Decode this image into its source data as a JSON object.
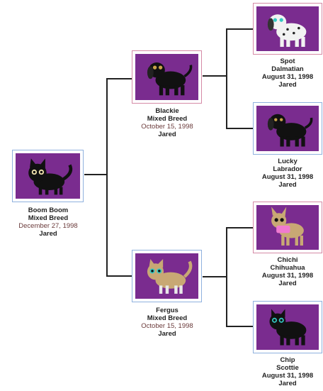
{
  "colors": {
    "photo_background": "#7a2c8f",
    "frame_pink": "#d58aa6",
    "frame_blue": "#8fb1de",
    "connector": "#222222"
  },
  "pets": {
    "root": {
      "name": "Boom Boom",
      "breed": "Mixed Breed",
      "date": "December 27, 1998",
      "owner": "Jared",
      "icon": "black-kitten-icon"
    },
    "sire": {
      "name": "Blackie",
      "breed": "Mixed Breed",
      "date": "October 15, 1998",
      "owner": "Jared",
      "icon": "black-puppy-icon"
    },
    "dam": {
      "name": "Fergus",
      "breed": "Mixed Breed",
      "date": "October 15, 1998",
      "owner": "Jared",
      "icon": "tan-kitten-icon"
    },
    "gsire1": {
      "name": "Spot",
      "breed": "Dalmatian",
      "date": "August 31, 1998",
      "owner": "Jared",
      "icon": "dalmatian-puppy-icon"
    },
    "gdam1": {
      "name": "Lucky",
      "breed": "Labrador",
      "date": "August 31, 1998",
      "owner": "Jared",
      "icon": "black-labrador-puppy-icon"
    },
    "gsire2": {
      "name": "Chichi",
      "breed": "Chihuahua",
      "date": "August 31, 1998",
      "owner": "Jared",
      "icon": "chihuahua-puppy-icon"
    },
    "gdam2": {
      "name": "Chip",
      "breed": "Scottie",
      "date": "August 31, 1998",
      "owner": "Jared",
      "icon": "scottie-puppy-icon"
    }
  }
}
